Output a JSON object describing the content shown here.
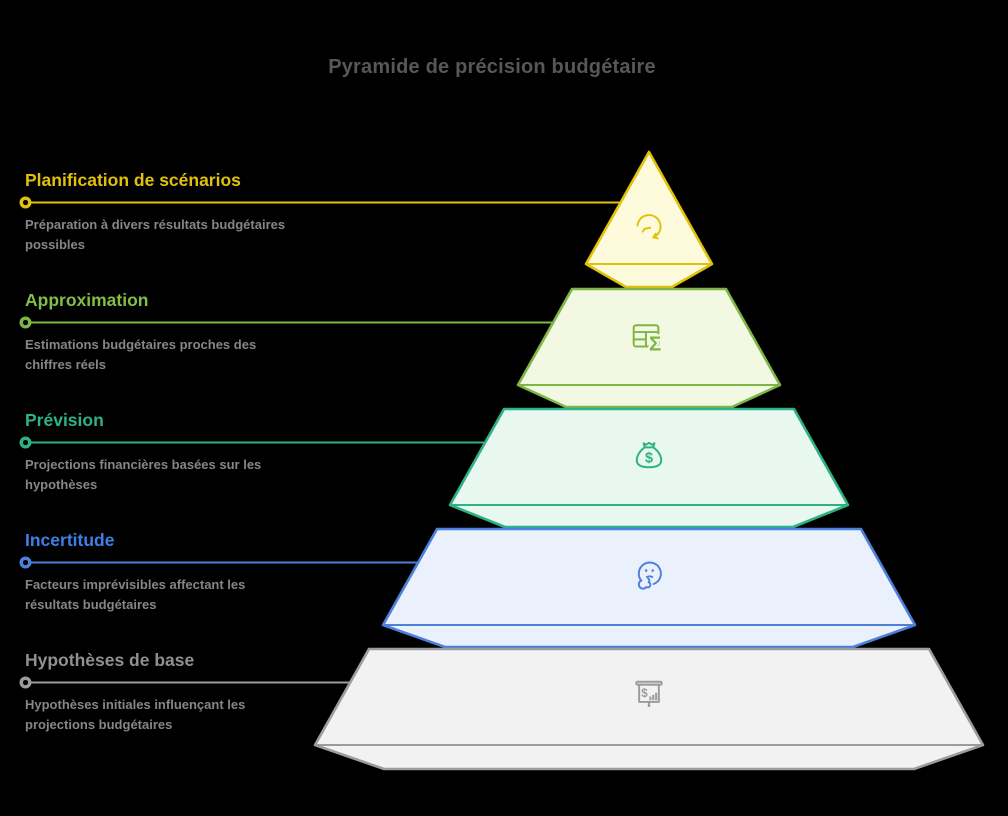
{
  "title": {
    "text": "Pyramide de précision budgétaire",
    "color": "#56575B"
  },
  "description_color": "#85868A",
  "background": "#000000",
  "glyphs": {
    "dollar": "$",
    "sigma": "Σ"
  },
  "levels": [
    {
      "heading": "Planification de scénarios",
      "description": "Préparation à divers résultats budgétaires possibles",
      "icon": "rotate-arrow",
      "heading_color": "#E0C20D",
      "stroke": "#E0C20D",
      "fill": "#FEFADC"
    },
    {
      "heading": "Approximation",
      "description": "Estimations budgétaires proches des chiffres réels",
      "icon": "table-sum",
      "heading_color": "#84BC48",
      "stroke": "#7DB645",
      "fill": "#F2F8E1"
    },
    {
      "heading": "Prévision",
      "description": "Projections financières basées sur les hypothèses",
      "icon": "money-bag",
      "heading_color": "#2EB286",
      "stroke": "#2EB283",
      "fill": "#E9F7F1"
    },
    {
      "heading": "Incertitude",
      "description": "Facteurs imprévisibles affectant les résultats budgétaires",
      "icon": "thinking-face",
      "heading_color": "#3E7FE8",
      "stroke": "#4B80DB",
      "fill": "#EBF1FC"
    },
    {
      "heading": "Hypothèses de base",
      "description": "Hypothèses initiales influençant les projections budgétaires",
      "icon": "presentation-chart",
      "heading_color": "#909094",
      "stroke": "#9C9C9E",
      "fill": "#F2F2F3"
    }
  ]
}
